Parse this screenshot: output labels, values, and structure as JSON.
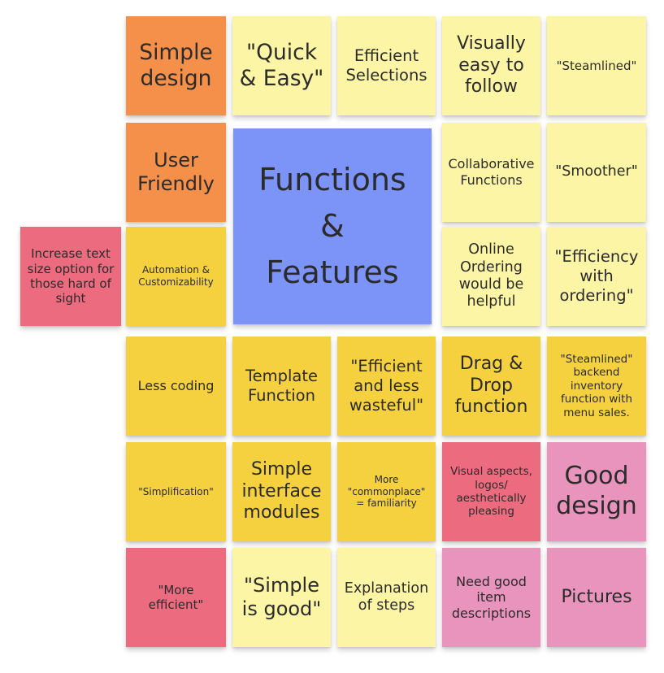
{
  "colors": {
    "orange": "#f5904b",
    "pale_yellow": "#fdf5a6",
    "yellow": "#f5d13f",
    "red": "#ec6b7f",
    "pink": "#e994bd",
    "blue": "#7c93f7"
  },
  "center_note": {
    "text": "Functions\n&\nFeatures"
  },
  "side_note": {
    "text": "Increase text size option for those hard of sight"
  },
  "rows": [
    [
      "Simple design",
      "\"Quick & Easy\"",
      "Efficient Selections",
      "Visually easy to follow",
      "\"Steamlined\""
    ],
    [
      "User Friendly",
      "Collaborative Functions",
      "\"Smoother\""
    ],
    [
      "Automation & Customizability",
      "Online Ordering would be helpful",
      "\"Efficiency with ordering\""
    ],
    [
      "Less coding",
      "Template Function",
      "\"Efficient and less wasteful\"",
      "Drag & Drop function",
      "\"Steamlined\" backend inventory function with menu sales."
    ],
    [
      "\"Simplification\"",
      "Simple interface modules",
      "More \"commonplace\" = familiarity",
      "Visual aspects, logos/ aesthetically pleasing",
      "Good design"
    ],
    [
      "\"More efficient\"",
      "\"Simple is good\"",
      "Explanation of steps",
      "Need good item descriptions",
      "Pictures"
    ]
  ]
}
